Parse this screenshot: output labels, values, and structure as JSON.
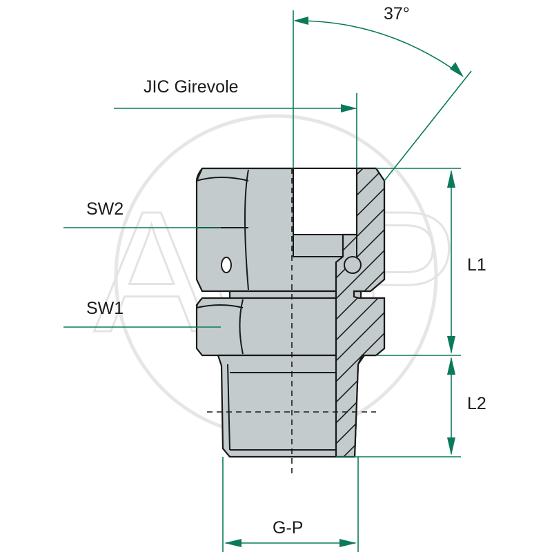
{
  "labels": {
    "angle": "37°",
    "title": "JIC Girevole",
    "sw2": "SW2",
    "sw1": "SW1",
    "l1": "L1",
    "l2": "L2",
    "gp": "G-P"
  },
  "watermark": "AGP",
  "colors": {
    "dimension_lines": "#0a7a5a",
    "fitting_body": "#c3cbcc",
    "outline": "#1a1a1a",
    "watermark": "#e6e6e6"
  }
}
